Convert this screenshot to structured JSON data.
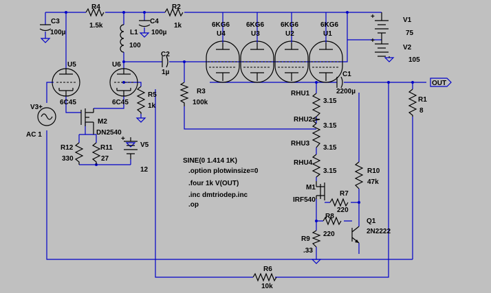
{
  "components": {
    "R4": {
      "ref": "R4",
      "value": "1.5k"
    },
    "R2": {
      "ref": "R2",
      "value": "1k"
    },
    "C3": {
      "ref": "C3",
      "value": "100µ"
    },
    "C4": {
      "ref": "C4",
      "value": "100µ"
    },
    "L1": {
      "ref": "L1",
      "value": "100"
    },
    "C2": {
      "ref": "C2",
      "value": "1µ"
    },
    "R3": {
      "ref": "R3",
      "value": "100k"
    },
    "R5": {
      "ref": "R5",
      "value": "1k"
    },
    "U5": {
      "ref": "U5",
      "value": "6C45"
    },
    "U6": {
      "ref": "U6",
      "value": "6C45"
    },
    "U4": {
      "ref": "U4",
      "value": "6KG6"
    },
    "U3": {
      "ref": "U3",
      "value": "6KG6"
    },
    "U2": {
      "ref": "U2",
      "value": "6KG6"
    },
    "U1": {
      "ref": "U1",
      "value": "6KG6"
    },
    "V1": {
      "ref": "V1",
      "value": "75"
    },
    "V2": {
      "ref": "V2",
      "value": "105"
    },
    "V3": {
      "ref": "V3",
      "value": "AC 1"
    },
    "V5": {
      "ref": "V5",
      "value": "12"
    },
    "C1": {
      "ref": "C1",
      "value": "2200µ"
    },
    "R1": {
      "ref": "R1",
      "value": "8"
    },
    "M2": {
      "ref": "M2",
      "value": "DN2540"
    },
    "R12": {
      "ref": "R12",
      "value": "330"
    },
    "R11": {
      "ref": "R11",
      "value": "27"
    },
    "RHU1": {
      "ref": "RHU1",
      "value": "3.15"
    },
    "RHU2": {
      "ref": "RHU2",
      "value": "3.15"
    },
    "RHU3": {
      "ref": "RHU3",
      "value": "3.15"
    },
    "RHU4": {
      "ref": "RHU4",
      "value": "3.15"
    },
    "R10": {
      "ref": "R10",
      "value": "47k"
    },
    "M1": {
      "ref": "M1",
      "value": "IRF540"
    },
    "R7": {
      "ref": "R7",
      "value": "220"
    },
    "R8": {
      "ref": "R8",
      "value": "220"
    },
    "Q1": {
      "ref": "Q1",
      "value": "2N2222"
    },
    "R9": {
      "ref": "R9",
      "value": ".33"
    },
    "R6": {
      "ref": "R6",
      "value": "10k"
    }
  },
  "port_label": "OUT",
  "directives": [
    "SINE(0 1.414 1K)",
    ".option plotwinsize=0",
    ".four 1k V(OUT)",
    ".inc dmtriodep.inc",
    ".op"
  ]
}
